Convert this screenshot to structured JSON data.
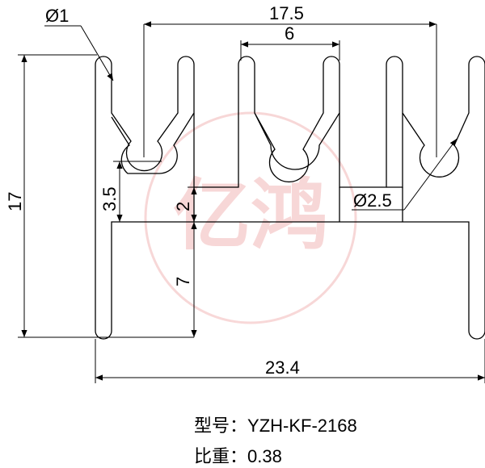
{
  "watermark": {
    "text": "亿鸿",
    "color": "#f2b8b8"
  },
  "dimensions": {
    "fillet_dia": "Ø1",
    "fin_span": "17.5",
    "fin_pitch": "6",
    "height": "17",
    "slot_depth": "3.5",
    "base_step": "2",
    "foot_height": "7",
    "hole_dia": "Ø2.5",
    "width": "23.4"
  },
  "info": {
    "model_label": "型号：",
    "model_value": "YZH-KF-2168",
    "density_label": "比重：",
    "density_value": "0.38"
  }
}
